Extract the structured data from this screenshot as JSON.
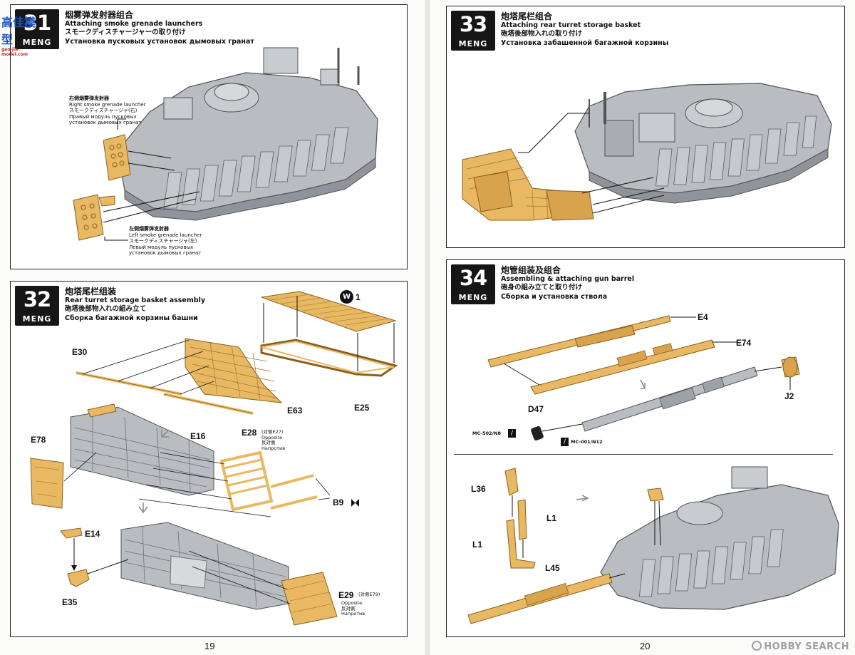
{
  "brand": "MENG",
  "watermark": {
    "site_cn": "高佳模型",
    "site_url": "gao-jia-model.com",
    "search": "HOBBY SEARCH"
  },
  "pages": {
    "left": "19",
    "right": "20"
  },
  "steps": {
    "s31": {
      "number": "31",
      "zh": "烟雾弹发射器组合",
      "en": "Attaching smoke grenade launchers",
      "ja": "スモークディスチャージャーの取り付け",
      "ru": "Установка пусковых установок дымовых гранат",
      "right_note": {
        "zh": "右侧烟雾弹发射器",
        "en": "Right smoke grenade launcher",
        "ja": "スモークディスチャージャ(右)",
        "ru1": "Правый модуль пусковых",
        "ru2": "установок дымовых гранат"
      },
      "left_note": {
        "zh": "左侧烟雾弹发射器",
        "en": "Left smoke grenade launcher",
        "ja": "スモークディスチャージャ(左)",
        "ru1": "Левый модуль пусковых",
        "ru2": "установок дымовых гранат"
      }
    },
    "s32": {
      "number": "32",
      "zh": "炮塔尾栏组装",
      "en": "Rear turret storage basket assembly",
      "ja": "砲塔後部物入れの組み立て",
      "ru": "Сборка багажной корзины башни",
      "labels": {
        "w1": "1",
        "w": "W",
        "e30": "E30",
        "e63": "E63",
        "e25": "E25",
        "e16": "E16",
        "e78": "E78",
        "e28": "E28",
        "e28_note": "(对侧E27)",
        "opposite_en": "Opposite",
        "opposite_ja": "反対側",
        "opposite_ru": "Напротив",
        "b9": "B9",
        "e14": "E14",
        "e35": "E35",
        "e29": "E29",
        "e29_note": "(对侧E79)"
      }
    },
    "s33": {
      "number": "33",
      "zh": "炮塔尾栏组合",
      "en": "Attaching rear turret storage basket",
      "ja": "砲塔後部物入れの取り付け",
      "ru": "Установка забашенной багажной корзины"
    },
    "s34": {
      "number": "34",
      "zh": "炮管组装及组合",
      "en": "Assembling & attaching gun barrel",
      "ja": "砲身の組み立てと取り付け",
      "ru": "Сборка и установка ствола",
      "labels": {
        "e4": "E4",
        "e74": "E74",
        "j2": "J2",
        "d47": "D47",
        "mc502": "MC-502/N8",
        "mc001": "MC-001/N12",
        "l36": "L36",
        "l1a": "L1",
        "l1b": "L1",
        "l45": "L45"
      }
    }
  },
  "colors": {
    "tan": "#e8b962",
    "tan_dark": "#b4822f",
    "grey": "#b9bcc1",
    "grey_dark": "#6f737a"
  }
}
